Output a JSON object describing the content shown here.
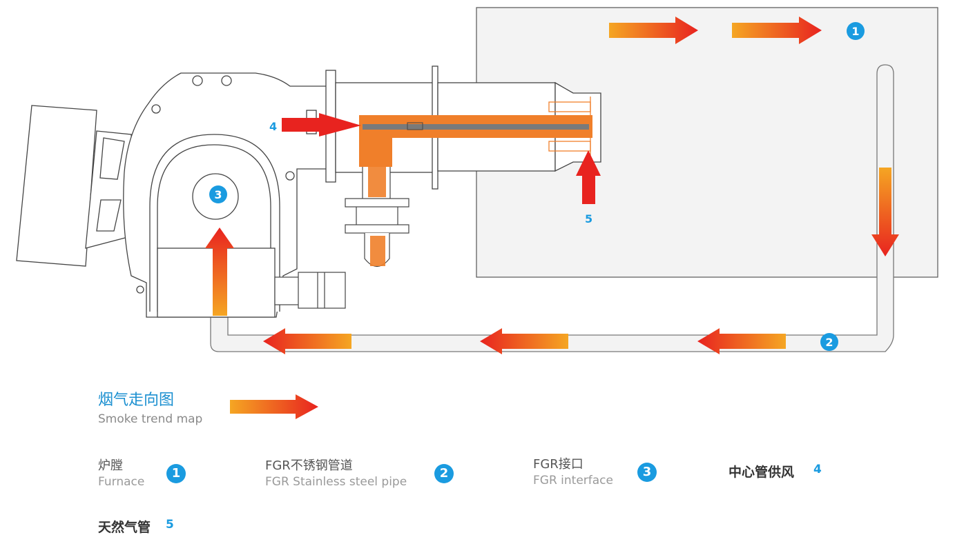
{
  "colors": {
    "arrow_start": "#f5a623",
    "arrow_end": "#e8231f",
    "badge": "#1a9be0",
    "pipe_orange": "#f07f2a",
    "title_blue": "#1a8fd0"
  },
  "diagram": {
    "badges": [
      "1",
      "2",
      "3"
    ],
    "labels": {
      "four": "4",
      "five": "5"
    }
  },
  "legend": {
    "title": "烟气走向图",
    "subtitle": "Smoke trend map",
    "items": [
      {
        "zh": "炉膛",
        "en": "Furnace",
        "num": "1"
      },
      {
        "zh": "FGR不锈钢管道",
        "en": "FGR Stainless steel pipe",
        "num": "2"
      },
      {
        "zh": "FGR接口",
        "en": "FGR interface",
        "num": "3"
      }
    ],
    "bold_items": [
      {
        "zh": "中心管供风",
        "num": "4"
      },
      {
        "zh": "天然气管",
        "num": "5"
      }
    ]
  }
}
